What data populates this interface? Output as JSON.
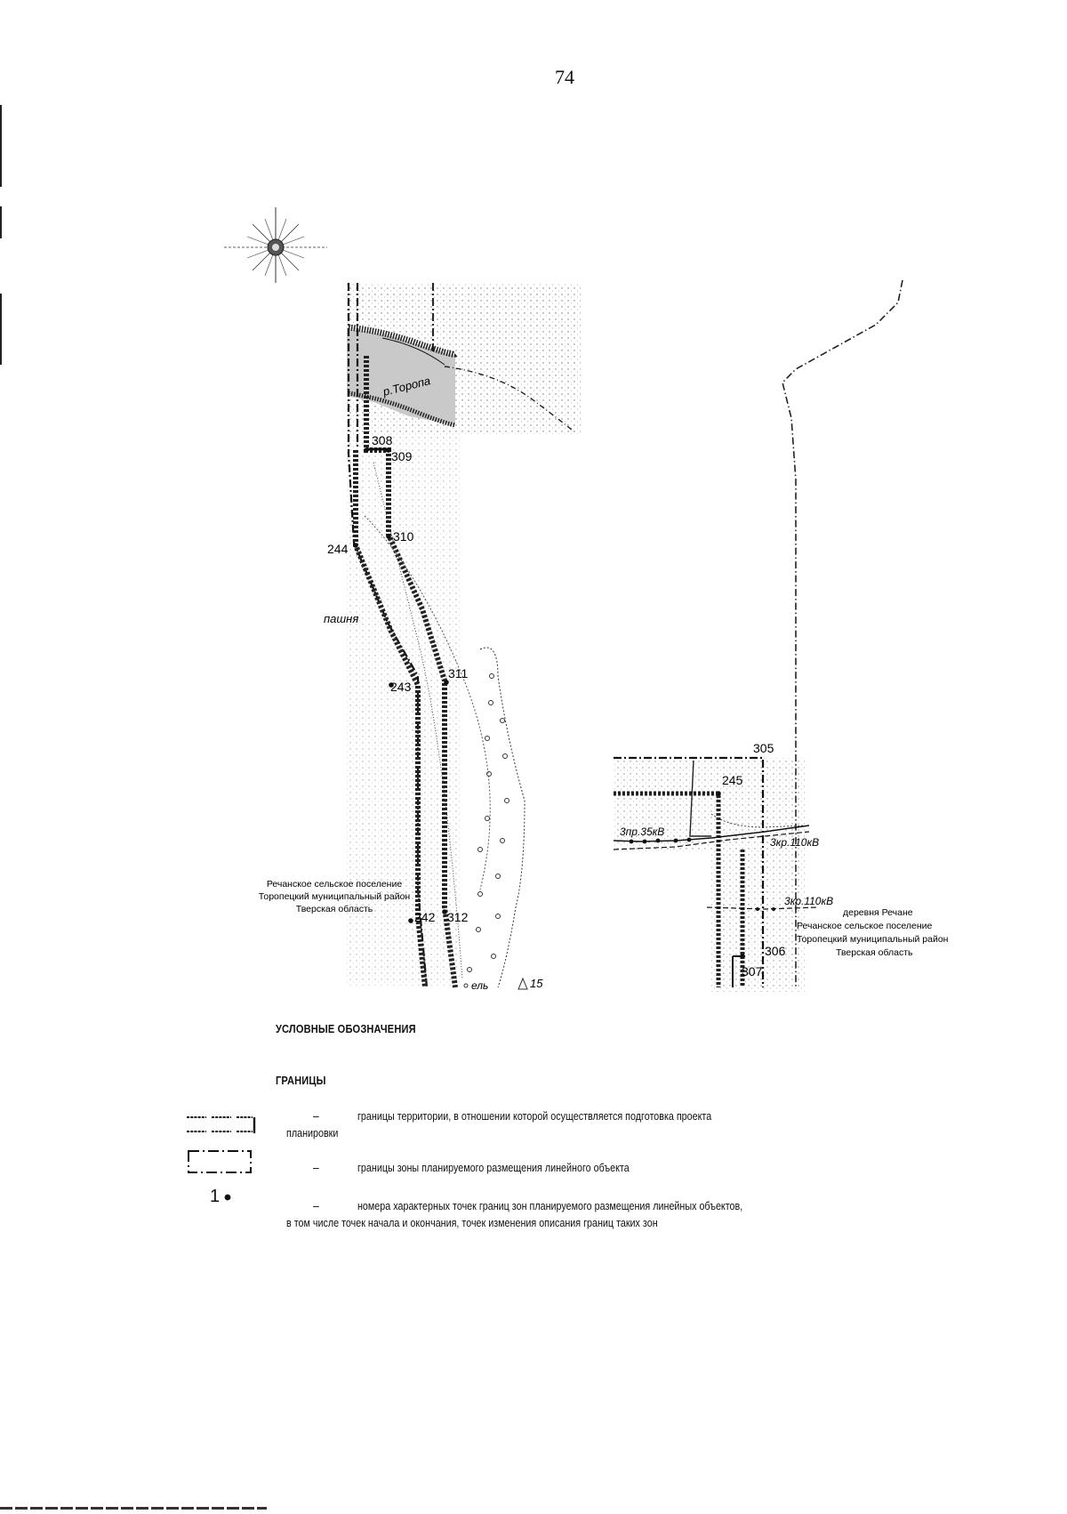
{
  "page": {
    "number": "74"
  },
  "map": {
    "river_label": "р.Торопа",
    "field_label": "пашня",
    "tree_label": "ель",
    "tree_value": "15",
    "points": {
      "p308": "308",
      "p309": "309",
      "p310": "310",
      "p244": "244",
      "p243": "243",
      "p311": "311",
      "p242": "242",
      "p312": "312",
      "p305": "305",
      "p245": "245",
      "p306": "306",
      "p307": "307"
    },
    "powerlines": {
      "line_35kv": "3пр.35кВ",
      "line_110kv_a": "3кр.110кВ",
      "line_110kv_b": "3кр.110кВ"
    },
    "admin_left": [
      "Речанское сельское поселение",
      "Торопецкий муниципальный район",
      "Тверская область"
    ],
    "admin_right": [
      "деревня Речане",
      "Речанское сельское поселение",
      "Торопецкий муниципальный район",
      "Тверская область"
    ]
  },
  "legend": {
    "title": "УСЛОВНЫЕ ОБОЗНАЧЕНИЯ",
    "section": "ГРАНИЦЫ",
    "dash": "–",
    "point_symbol_number": "1",
    "items": [
      {
        "line1": "границы территории, в отношении которой осуществляется подготовка проекта",
        "line2": "планировки"
      },
      {
        "line1": "границы зоны планируемого размещения линейного объекта",
        "line2": ""
      },
      {
        "line1": "номера характерных точек границ зон планируемого размещения линейных объектов,",
        "line2": "в том числе точек начала и окончания, точек изменения описания границ таких зон"
      }
    ]
  }
}
